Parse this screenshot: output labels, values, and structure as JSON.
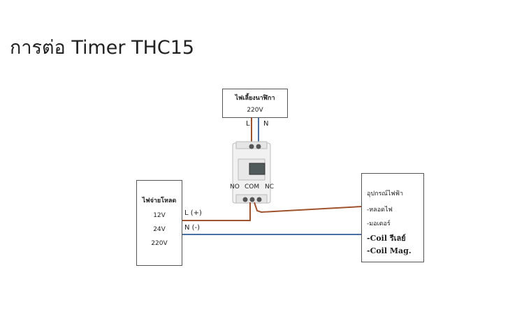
{
  "title": "การต่อ Timer THC15",
  "clock_supply": {
    "label": "ไฟเลี้ยงนาฬิกา",
    "voltage": "220V",
    "l_label": "L",
    "n_label": "N"
  },
  "timer": {
    "no_label": "NO",
    "com_label": "COM",
    "nc_label": "NC"
  },
  "load_supply": {
    "label": "ไฟจ่ายโหลด",
    "voltages": [
      "12V",
      "24V",
      "220V"
    ],
    "l_label": "L (+)",
    "n_label": "N (-)"
  },
  "load": {
    "label": "อุปกรณ์ไฟฟ้า",
    "items": [
      "-หลอดไฟ",
      "-มอเตอร์",
      "-Coil รีเลย์",
      "-Coil Mag."
    ]
  },
  "colors": {
    "live": "#a0522d",
    "neutral": "#4a6fa5"
  }
}
